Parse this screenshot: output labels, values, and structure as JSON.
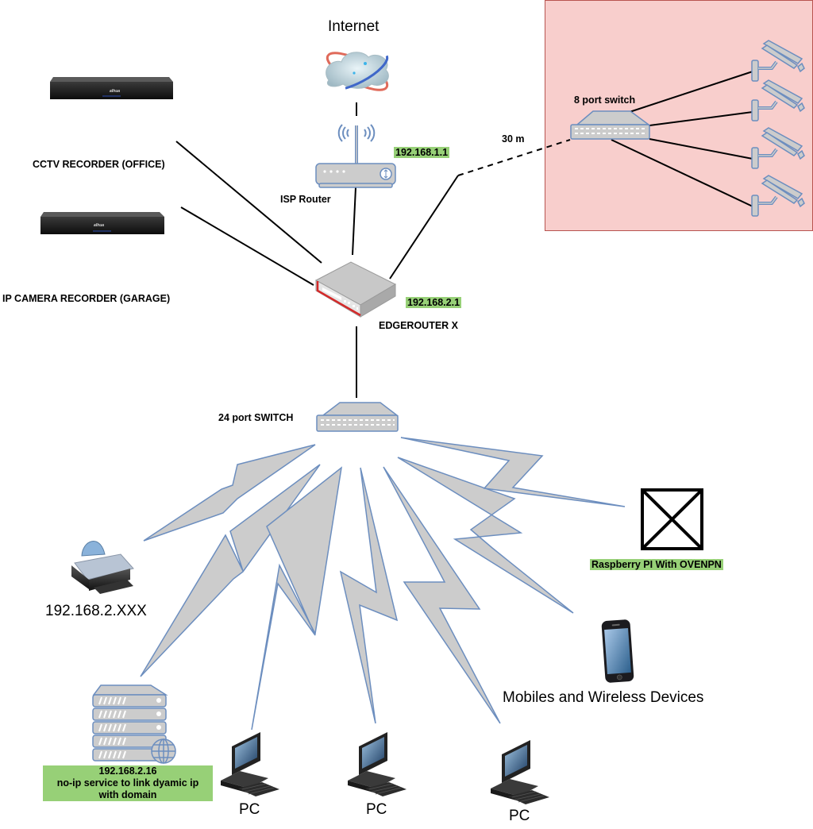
{
  "title": "Home Network Diagram",
  "colors": {
    "highlight_green": "#97d077",
    "zone_fill": "#f8cecc",
    "zone_border": "#b85450",
    "device_stroke": "#6c8ebf",
    "device_fill": "#cccccc",
    "link_color": "#000000"
  },
  "nodes": {
    "internet": {
      "label": "Internet",
      "icon": "cloud-globe-icon"
    },
    "isp_router": {
      "label": "ISP Router",
      "ip": "192.168.1.1",
      "icon": "wireless-router-icon"
    },
    "edgerouter": {
      "label": "EDGEROUTER X",
      "ip": "192.168.2.1",
      "icon": "router-icon"
    },
    "cctv_recorder": {
      "label": "CCTV RECORDER (OFFICE)",
      "brand": "alhua",
      "icon": "dvr-recorder-icon"
    },
    "ip_camera_recorder": {
      "label": "IP CAMERA RECORDER (GARAGE)",
      "brand": "alhua",
      "icon": "dvr-recorder-icon"
    },
    "switch_8": {
      "label": "8 port switch",
      "icon": "network-switch-icon"
    },
    "cameras": [
      {
        "icon": "security-camera-icon"
      },
      {
        "icon": "security-camera-icon"
      },
      {
        "icon": "security-camera-icon"
      },
      {
        "icon": "security-camera-icon"
      }
    ],
    "switch_24": {
      "label": "24 port SWITCH",
      "icon": "network-switch-icon"
    },
    "printer": {
      "label": "192.168.2.XXX",
      "icon": "printer-icon"
    },
    "server": {
      "ip": "192.168.2.16",
      "desc_line1": "no-ip service to link dyamic ip",
      "desc_line2": "with domain",
      "icon": "web-server-icon"
    },
    "pcs": [
      {
        "label": "PC",
        "icon": "desktop-pc-icon"
      },
      {
        "label": "PC",
        "icon": "desktop-pc-icon"
      },
      {
        "label": "PC",
        "icon": "desktop-pc-icon"
      }
    ],
    "mobile": {
      "label": "Mobiles and Wireless Devices",
      "icon": "smartphone-icon"
    },
    "raspberry_pi": {
      "label": "Raspberry PI With OVENPN",
      "icon": "missing-image-placeholder-icon"
    }
  },
  "links": [
    {
      "from": "internet",
      "to": "isp_router",
      "type": "solid"
    },
    {
      "from": "isp_router",
      "to": "edgerouter",
      "type": "solid"
    },
    {
      "from": "cctv_recorder",
      "to": "edgerouter",
      "type": "solid"
    },
    {
      "from": "ip_camera_recorder",
      "to": "edgerouter",
      "type": "solid"
    },
    {
      "from": "edgerouter",
      "to": "switch_8",
      "type": "dashed",
      "label": "30 m"
    },
    {
      "from": "edgerouter",
      "to": "switch_24",
      "type": "solid"
    },
    {
      "from": "switch_8",
      "to": "cameras",
      "type": "solid",
      "count": 4
    },
    {
      "from": "switch_24",
      "to": "printer",
      "type": "wireless"
    },
    {
      "from": "switch_24",
      "to": "server",
      "type": "wireless"
    },
    {
      "from": "switch_24",
      "to": "pcs.0",
      "type": "wireless"
    },
    {
      "from": "switch_24",
      "to": "pcs.1",
      "type": "wireless"
    },
    {
      "from": "switch_24",
      "to": "pcs.2",
      "type": "wireless"
    },
    {
      "from": "switch_24",
      "to": "mobile",
      "type": "wireless"
    },
    {
      "from": "switch_24",
      "to": "raspberry_pi",
      "type": "wireless"
    }
  ],
  "link_labels": {
    "dashed_distance": "30 m"
  }
}
